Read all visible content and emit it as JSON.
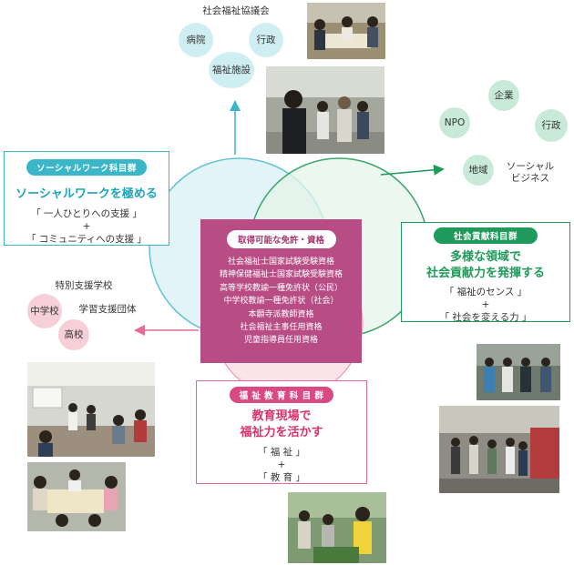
{
  "top_group": {
    "title": "社会福祉協議会",
    "items": [
      "病院",
      "行政",
      "福祉施設"
    ]
  },
  "right_group": {
    "items": [
      "企業",
      "NPO",
      "行政",
      "地域"
    ],
    "plain": "ソーシャル\nビジネス"
  },
  "left_group": {
    "plain_top": "特別支援学校",
    "plain_mid": "学習支援団体",
    "items": [
      "中学校",
      "高校"
    ]
  },
  "social_work_box": {
    "header": "ソーシャルワーク科目群",
    "title": "ソーシャルワークを極める",
    "lines": [
      "「 一人ひとりへの支援 」",
      "+",
      "「 コミュニティへの支援 」"
    ]
  },
  "social_contribution_box": {
    "header": "社会貢献科目群",
    "title_line1": "多様な領域で",
    "title_line2": "社会貢献力を発揮する",
    "lines": [
      "「 福祉のセンス 」",
      "+",
      "「  社会を変える力  」"
    ]
  },
  "welfare_education_box": {
    "header": "福 祉 教 育 科 目 群",
    "title_line1": "教育現場で",
    "title_line2": "福祉力を活かす",
    "lines": [
      "「   福     祉   」",
      "+",
      "「   教     育   」"
    ]
  },
  "qualifications": {
    "header": "取得可能な免許・資格",
    "items": [
      "社会福祉士国家試験受験資格",
      "精神保健福祉士国家試験受験資格",
      "高等学校教諭一種免許状（公民）",
      "中学校教諭一種免許状（社会）",
      "本願寺派教師資格",
      "社会福祉主事任用資格",
      "児童指導員任用資格"
    ]
  },
  "colors": {
    "blue": "#3bb6c9",
    "green": "#1e9a5a",
    "pink": "#d94a82",
    "magenta": "#b84d86"
  }
}
